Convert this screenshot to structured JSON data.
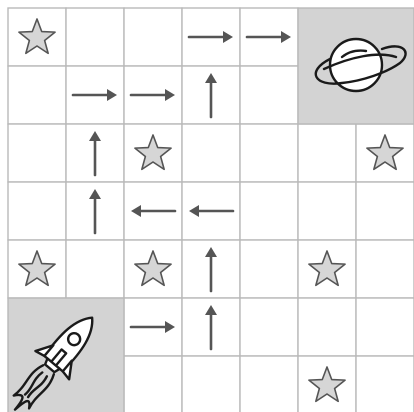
{
  "grid": {
    "rows": 7,
    "cols": 7
  },
  "shaded_cells": [
    {
      "row": 0,
      "col": 5,
      "colspan": 2,
      "rowspan": 2,
      "item": "planet-icon"
    },
    {
      "row": 5,
      "col": 0,
      "colspan": 2,
      "rowspan": 2,
      "item": "rocket-icon"
    }
  ],
  "stars": [
    {
      "row": 0,
      "col": 0
    },
    {
      "row": 2,
      "col": 2
    },
    {
      "row": 2,
      "col": 6
    },
    {
      "row": 4,
      "col": 0
    },
    {
      "row": 4,
      "col": 2
    },
    {
      "row": 4,
      "col": 5
    },
    {
      "row": 6,
      "col": 5
    }
  ],
  "arrows": [
    {
      "row": 0,
      "col": 3,
      "dir": "right"
    },
    {
      "row": 0,
      "col": 4,
      "dir": "right"
    },
    {
      "row": 1,
      "col": 1,
      "dir": "right"
    },
    {
      "row": 1,
      "col": 2,
      "dir": "right"
    },
    {
      "row": 1,
      "col": 3,
      "dir": "up"
    },
    {
      "row": 2,
      "col": 1,
      "dir": "up"
    },
    {
      "row": 3,
      "col": 1,
      "dir": "up"
    },
    {
      "row": 3,
      "col": 2,
      "dir": "left"
    },
    {
      "row": 3,
      "col": 3,
      "dir": "left"
    },
    {
      "row": 4,
      "col": 3,
      "dir": "up"
    },
    {
      "row": 5,
      "col": 2,
      "dir": "right"
    },
    {
      "row": 5,
      "col": 3,
      "dir": "up"
    }
  ],
  "colors": {
    "grid_line": "#b9b9b9",
    "shaded": "#d3d3d3",
    "star_fill": "#d6d6d6",
    "arrow": "#555555"
  }
}
